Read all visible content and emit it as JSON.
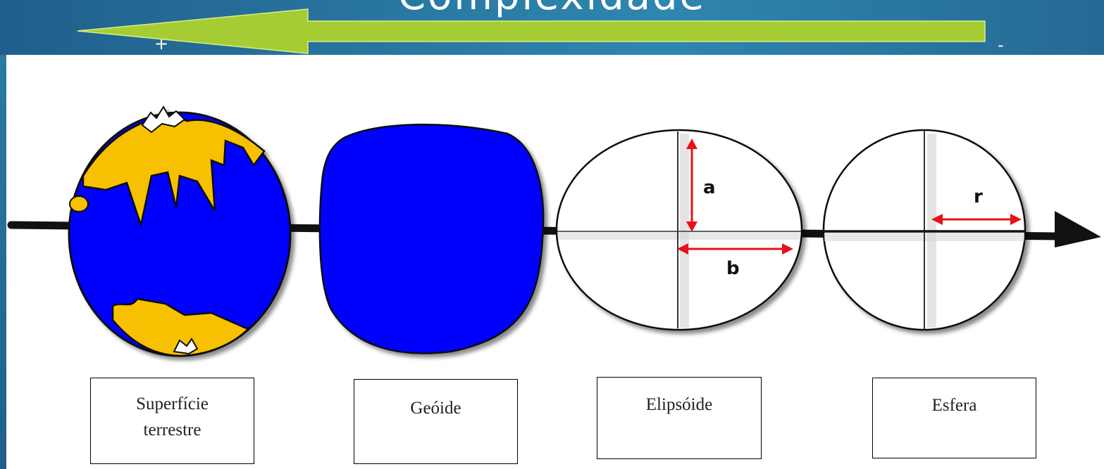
{
  "title": "Complexidade",
  "complexity_arrow": {
    "more_label": "+",
    "less_label": "-",
    "color": "#a6cc33"
  },
  "colors": {
    "header_blue": "#2a7aa3",
    "earth_blue": "#0000ff",
    "land_yellow": "#f7c000",
    "measure_red": "#e8101a"
  },
  "models": [
    {
      "label_lines": [
        "Superfície",
        "terrestre"
      ],
      "icon": "earth-surface-icon"
    },
    {
      "label_lines": [
        "Geóide"
      ],
      "icon": "geoid-icon"
    },
    {
      "label_lines": [
        "Elipsóide"
      ],
      "icon": "ellipsoid-icon"
    },
    {
      "label_lines": [
        "Esfera"
      ],
      "icon": "sphere-icon"
    }
  ],
  "ellipsoid_axes": {
    "semi_axis_a": "a",
    "semi_axis_b": "b"
  },
  "sphere_axes": {
    "radius": "r"
  }
}
